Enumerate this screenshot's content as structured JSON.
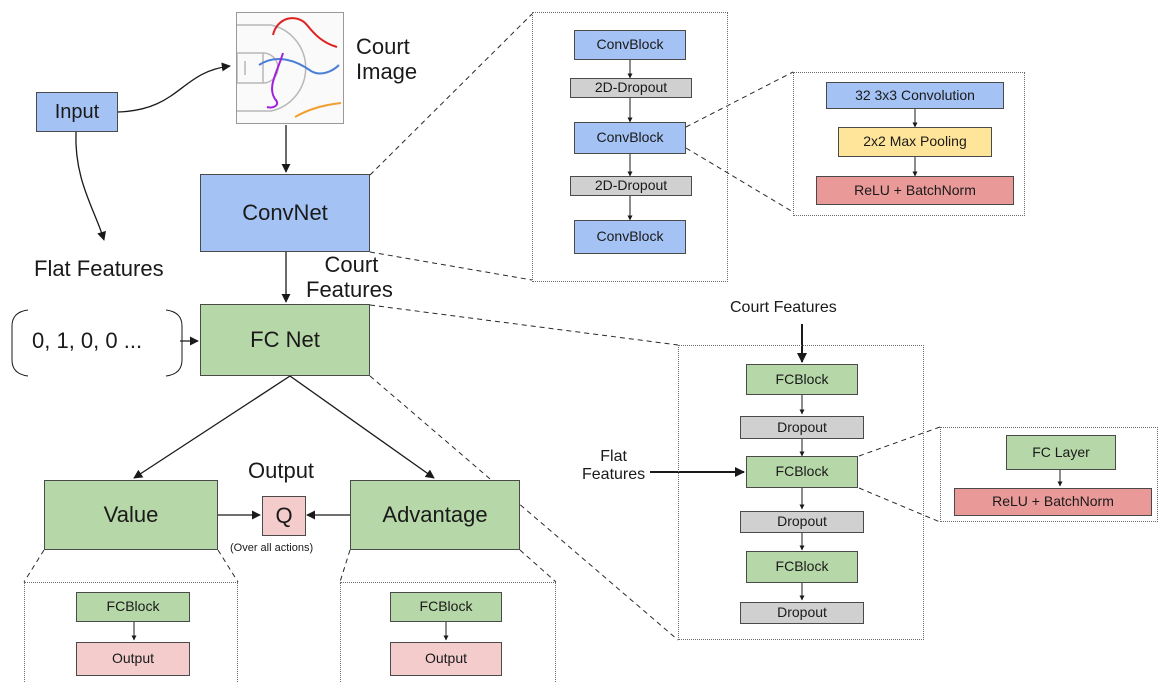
{
  "input": "Input",
  "court_image": [
    "Court",
    "Image"
  ],
  "convnet": "ConvNet",
  "court_features": [
    "Court",
    "Features"
  ],
  "flat_features": "Flat Features",
  "flat_vector": "0, 1, 0, 0 ...",
  "fc_net": "FC Net",
  "output_label": "Output",
  "value": "Value",
  "advantage": "Advantage",
  "q": "Q",
  "q_note": "(Over all actions)",
  "convnet_detail": {
    "convblock": "ConvBlock",
    "dropout2d": "2D-Dropout"
  },
  "convblock_detail": {
    "conv": "32 3x3 Convolution",
    "pool": "2x2 Max Pooling",
    "relu": "ReLU + BatchNorm"
  },
  "fcnet_detail": {
    "court_features": "Court Features",
    "flat_features": [
      "Flat",
      "Features"
    ],
    "fcblock": "FCBlock",
    "dropout": "Dropout"
  },
  "fcblock_detail": {
    "fc_layer": "FC Layer",
    "relu": "ReLU + BatchNorm"
  },
  "head_detail": {
    "fcblock": "FCBlock",
    "output": "Output"
  },
  "colors": {
    "input_blue": "#a4c2f4",
    "fc_green": "#b6d7a8",
    "dropout_grey": "#d0d0d0",
    "output_pink": "#f4cccc",
    "pool_yellow": "#ffe599",
    "relu_red": "#ea9999"
  }
}
